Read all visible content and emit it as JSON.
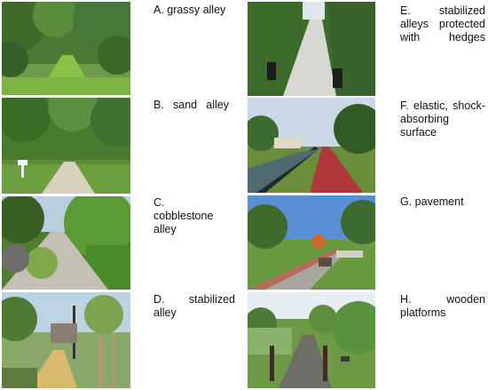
{
  "panels": [
    {
      "id": "a",
      "caption": "A. grassy alley",
      "subject": "grassy-alley"
    },
    {
      "id": "b",
      "caption": "B. sand alley",
      "subject": "sand-alley"
    },
    {
      "id": "c",
      "caption": "C. cobblestone alley",
      "subject": "cobblestone-alley"
    },
    {
      "id": "d",
      "caption": "D. stabilized alley",
      "subject": "stabilized-alley"
    },
    {
      "id": "e",
      "caption": "E. stabilized alleys protected with hedges",
      "subject": "hedged-alley"
    },
    {
      "id": "f",
      "caption": "F. elastic, shock-absorbing surface",
      "subject": "elastic-surface"
    },
    {
      "id": "g",
      "caption": "G. pavement",
      "subject": "pavement"
    },
    {
      "id": "h",
      "caption": "H. wooden platforms",
      "subject": "wooden-platform"
    }
  ]
}
